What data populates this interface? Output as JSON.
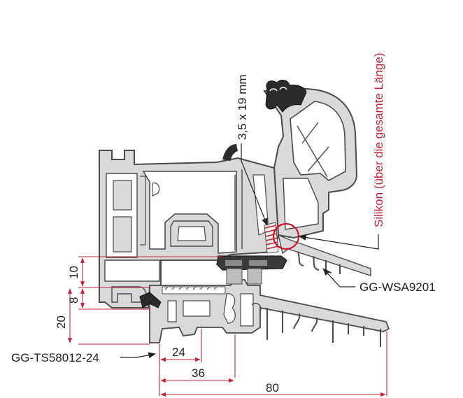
{
  "labels": {
    "silicone_note": "Silikon (über die gesamte Länge)",
    "screw_size": "3,5 x 19 mm",
    "profile_wsa": "GG-WSA9201",
    "profile_ts": "GG-TS58012-24"
  },
  "dimensions": {
    "d10": "10",
    "d8": "8",
    "d20": "20",
    "d24": "24",
    "d36": "36",
    "d80": "80"
  },
  "colors": {
    "profile_fill": "#d9d9d9",
    "profile_stroke": "#4a4a4a",
    "gasket_dark": "#2b2b2b",
    "dimension_red": "#c0253a",
    "silicone_ring": "#d0102a",
    "leader": "#222222"
  }
}
